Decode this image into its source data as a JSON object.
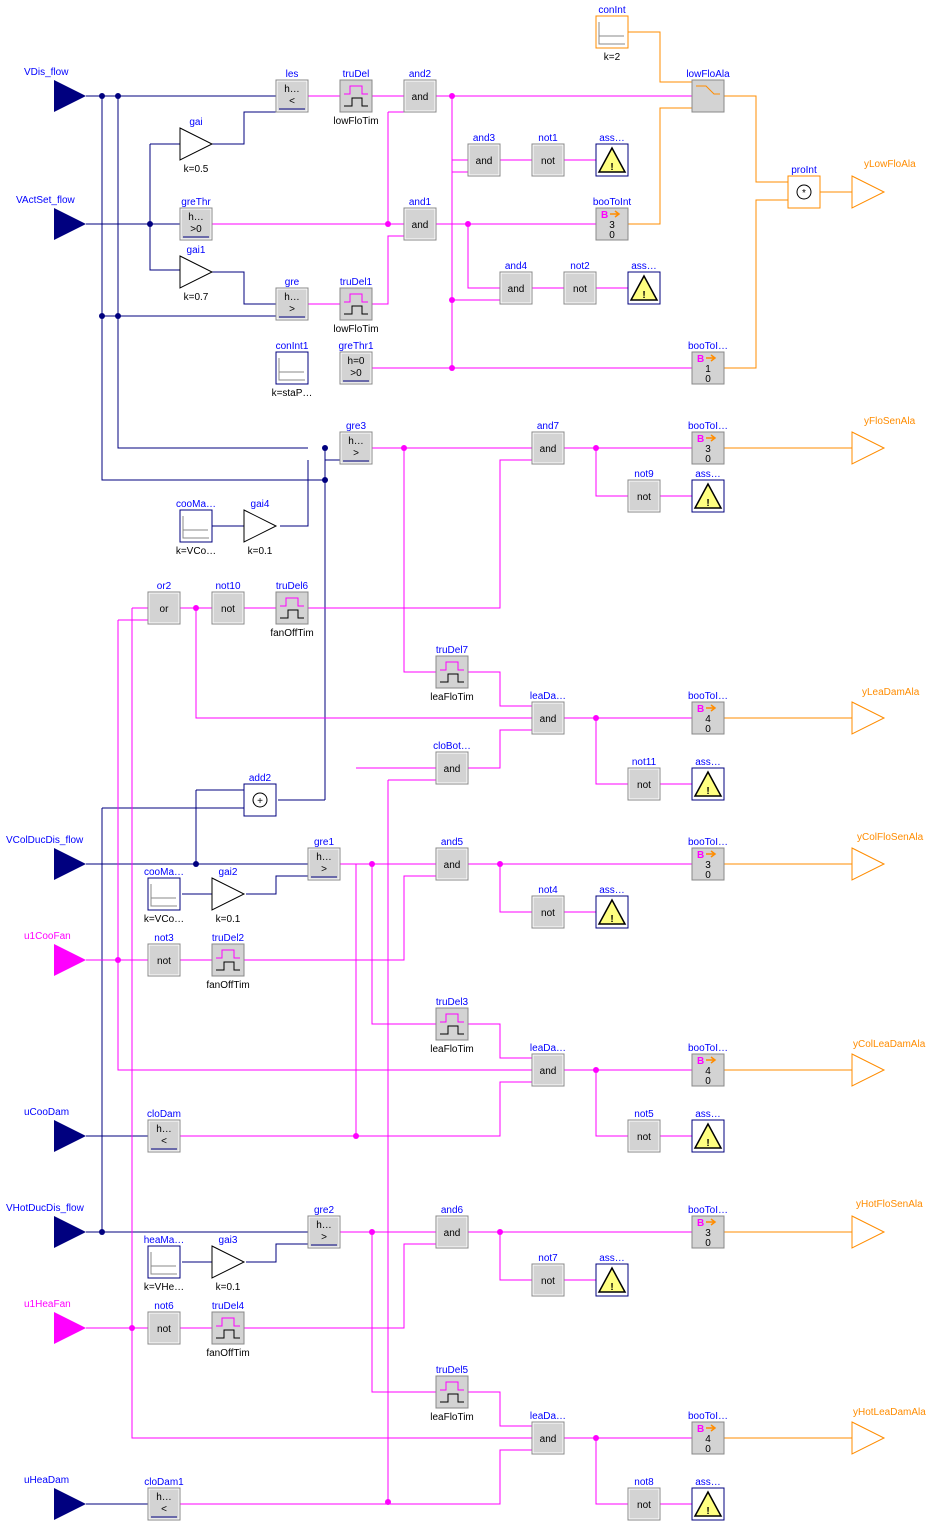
{
  "colors": {
    "real": "#00007f",
    "boolean": "#ff00ff",
    "integer": "#ff8c00",
    "label": "#0000ff",
    "block_fill": "#d3d3d3"
  },
  "inputs": [
    {
      "id": "VDis_flow",
      "label": "VDis_flow",
      "kind": "real"
    },
    {
      "id": "VActSet_flow",
      "label": "VActSet_flow",
      "kind": "real"
    },
    {
      "id": "VColDucDis_flow",
      "label": "VColDucDis_flow",
      "kind": "real"
    },
    {
      "id": "u1CooFan",
      "label": "u1CooFan",
      "kind": "boolean"
    },
    {
      "id": "uCooDam",
      "label": "uCooDam",
      "kind": "real"
    },
    {
      "id": "VHotDucDis_flow",
      "label": "VHotDucDis_flow",
      "kind": "real"
    },
    {
      "id": "u1HeaFan",
      "label": "u1HeaFan",
      "kind": "boolean"
    },
    {
      "id": "uHeaDam",
      "label": "uHeaDam",
      "kind": "real"
    }
  ],
  "outputs": [
    {
      "id": "yLowFloAla",
      "label": "yLowFloAla"
    },
    {
      "id": "yFloSenAla",
      "label": "yFloSenAla"
    },
    {
      "id": "yLeaDamAla",
      "label": "yLeaDamAla"
    },
    {
      "id": "yColFloSenAla",
      "label": "yColFloSenAla"
    },
    {
      "id": "yColLeaDamAla",
      "label": "yColLeaDamAla"
    },
    {
      "id": "yHotFloSenAla",
      "label": "yHotFloSenAla"
    },
    {
      "id": "yHotLeaDamAla",
      "label": "yHotLeaDamAla"
    }
  ],
  "blocks": [
    {
      "id": "les",
      "name": "les",
      "inner": [
        "h…",
        "<"
      ],
      "type": "compare"
    },
    {
      "id": "truDel",
      "name": "truDel",
      "bottom": "lowFloTim",
      "type": "timer"
    },
    {
      "id": "and2",
      "name": "and2",
      "inner": [
        "and"
      ],
      "type": "logic"
    },
    {
      "id": "gai",
      "name": "gai",
      "bottom": "k=0.5",
      "type": "gain"
    },
    {
      "id": "and3",
      "name": "and3",
      "inner": [
        "and"
      ],
      "type": "logic"
    },
    {
      "id": "not1",
      "name": "not1",
      "inner": [
        "not"
      ],
      "type": "logic"
    },
    {
      "id": "ass1",
      "name": "ass…",
      "type": "assert"
    },
    {
      "id": "greThr",
      "name": "greThr",
      "inner": [
        "h…",
        ">0"
      ],
      "type": "compare"
    },
    {
      "id": "and1",
      "name": "and1",
      "inner": [
        "and"
      ],
      "type": "logic"
    },
    {
      "id": "booToInt",
      "name": "booToInt",
      "inner": [
        "3",
        "0"
      ],
      "type": "b2i"
    },
    {
      "id": "gai1",
      "name": "gai1",
      "bottom": "k=0.7",
      "type": "gain"
    },
    {
      "id": "and4",
      "name": "and4",
      "inner": [
        "and"
      ],
      "type": "logic"
    },
    {
      "id": "not2",
      "name": "not2",
      "inner": [
        "not"
      ],
      "type": "logic"
    },
    {
      "id": "ass2",
      "name": "ass…",
      "type": "assert"
    },
    {
      "id": "gre",
      "name": "gre",
      "inner": [
        "h…",
        ">"
      ],
      "type": "compare"
    },
    {
      "id": "truDel1",
      "name": "truDel1",
      "bottom": "lowFloTim",
      "type": "timer"
    },
    {
      "id": "conInt1",
      "name": "conInt1",
      "bottom": "k=staP…",
      "type": "const"
    },
    {
      "id": "greThr1",
      "name": "greThr1",
      "inner": [
        "h=0",
        ">0"
      ],
      "type": "compare"
    },
    {
      "id": "booToI1",
      "name": "booToI…",
      "inner": [
        "1",
        "0"
      ],
      "type": "b2i"
    },
    {
      "id": "conInt",
      "name": "conInt",
      "bottom": "k=2",
      "type": "intconst"
    },
    {
      "id": "lowFloAla",
      "name": "lowFloAla",
      "type": "intswitch"
    },
    {
      "id": "proInt",
      "name": "proInt",
      "type": "intprod"
    },
    {
      "id": "gre3",
      "name": "gre3",
      "inner": [
        "h…",
        ">"
      ],
      "type": "compare"
    },
    {
      "id": "and7",
      "name": "and7",
      "inner": [
        "and"
      ],
      "type": "logic"
    },
    {
      "id": "booToI2",
      "name": "booToI…",
      "inner": [
        "3",
        "0"
      ],
      "type": "b2i"
    },
    {
      "id": "not9",
      "name": "not9",
      "inner": [
        "not"
      ],
      "type": "logic"
    },
    {
      "id": "ass3",
      "name": "ass…",
      "type": "assert"
    },
    {
      "id": "cooMa1",
      "name": "cooMa…",
      "bottom": "k=VCo…",
      "type": "const"
    },
    {
      "id": "gai4",
      "name": "gai4",
      "bottom": "k=0.1",
      "type": "gain"
    },
    {
      "id": "or2",
      "name": "or2",
      "inner": [
        "or"
      ],
      "type": "logic"
    },
    {
      "id": "not10",
      "name": "not10",
      "inner": [
        "not"
      ],
      "type": "logic"
    },
    {
      "id": "truDel6",
      "name": "truDel6",
      "bottom": "fanOffTim",
      "type": "timer"
    },
    {
      "id": "truDel7",
      "name": "truDel7",
      "bottom": "leaFloTim",
      "type": "timer"
    },
    {
      "id": "leaDa1",
      "name": "leaDa…",
      "inner": [
        "and"
      ],
      "type": "logic"
    },
    {
      "id": "booToI3",
      "name": "booToI…",
      "inner": [
        "4",
        "0"
      ],
      "type": "b2i"
    },
    {
      "id": "not11",
      "name": "not11",
      "inner": [
        "not"
      ],
      "type": "logic"
    },
    {
      "id": "ass4",
      "name": "ass…",
      "type": "assert"
    },
    {
      "id": "add2",
      "name": "add2",
      "type": "add"
    },
    {
      "id": "cloBot",
      "name": "cloBot…",
      "inner": [
        "and"
      ],
      "type": "logic"
    },
    {
      "id": "gre1",
      "name": "gre1",
      "inner": [
        "h…",
        ">"
      ],
      "type": "compare"
    },
    {
      "id": "and5",
      "name": "and5",
      "inner": [
        "and"
      ],
      "type": "logic"
    },
    {
      "id": "booToI4",
      "name": "booToI…",
      "inner": [
        "3",
        "0"
      ],
      "type": "b2i"
    },
    {
      "id": "cooMa2",
      "name": "cooMa…",
      "bottom": "k=VCo…",
      "type": "const"
    },
    {
      "id": "gai2",
      "name": "gai2",
      "bottom": "k=0.1",
      "type": "gain"
    },
    {
      "id": "not4",
      "name": "not4",
      "inner": [
        "not"
      ],
      "type": "logic"
    },
    {
      "id": "ass5",
      "name": "ass…",
      "type": "assert"
    },
    {
      "id": "not3",
      "name": "not3",
      "inner": [
        "not"
      ],
      "type": "logic"
    },
    {
      "id": "truDel2",
      "name": "truDel2",
      "bottom": "fanOffTim",
      "type": "timer"
    },
    {
      "id": "truDel3",
      "name": "truDel3",
      "bottom": "leaFloTim",
      "type": "timer"
    },
    {
      "id": "leaDa2",
      "name": "leaDa…",
      "inner": [
        "and"
      ],
      "type": "logic"
    },
    {
      "id": "booToI5",
      "name": "booToI…",
      "inner": [
        "4",
        "0"
      ],
      "type": "b2i"
    },
    {
      "id": "not5",
      "name": "not5",
      "inner": [
        "not"
      ],
      "type": "logic"
    },
    {
      "id": "ass6",
      "name": "ass…",
      "type": "assert"
    },
    {
      "id": "cloDam",
      "name": "cloDam",
      "inner": [
        "h…",
        "<"
      ],
      "type": "compare"
    },
    {
      "id": "gre2",
      "name": "gre2",
      "inner": [
        "h…",
        ">"
      ],
      "type": "compare"
    },
    {
      "id": "and6",
      "name": "and6",
      "inner": [
        "and"
      ],
      "type": "logic"
    },
    {
      "id": "booToI6",
      "name": "booToI…",
      "inner": [
        "3",
        "0"
      ],
      "type": "b2i"
    },
    {
      "id": "heaMa",
      "name": "heaMa…",
      "bottom": "k=VHe…",
      "type": "const"
    },
    {
      "id": "gai3",
      "name": "gai3",
      "bottom": "k=0.1",
      "type": "gain"
    },
    {
      "id": "not7",
      "name": "not7",
      "inner": [
        "not"
      ],
      "type": "logic"
    },
    {
      "id": "ass7",
      "name": "ass…",
      "type": "assert"
    },
    {
      "id": "not6",
      "name": "not6",
      "inner": [
        "not"
      ],
      "type": "logic"
    },
    {
      "id": "truDel4",
      "name": "truDel4",
      "bottom": "fanOffTim",
      "type": "timer"
    },
    {
      "id": "truDel5",
      "name": "truDel5",
      "bottom": "leaFloTim",
      "type": "timer"
    },
    {
      "id": "leaDa3",
      "name": "leaDa…",
      "inner": [
        "and"
      ],
      "type": "logic"
    },
    {
      "id": "booToI7",
      "name": "booToI…",
      "inner": [
        "4",
        "0"
      ],
      "type": "b2i"
    },
    {
      "id": "not8",
      "name": "not8",
      "inner": [
        "not"
      ],
      "type": "logic"
    },
    {
      "id": "ass8",
      "name": "ass…",
      "type": "assert"
    },
    {
      "id": "cloDam1",
      "name": "cloDam1",
      "inner": [
        "h…",
        "<"
      ],
      "type": "compare"
    }
  ]
}
